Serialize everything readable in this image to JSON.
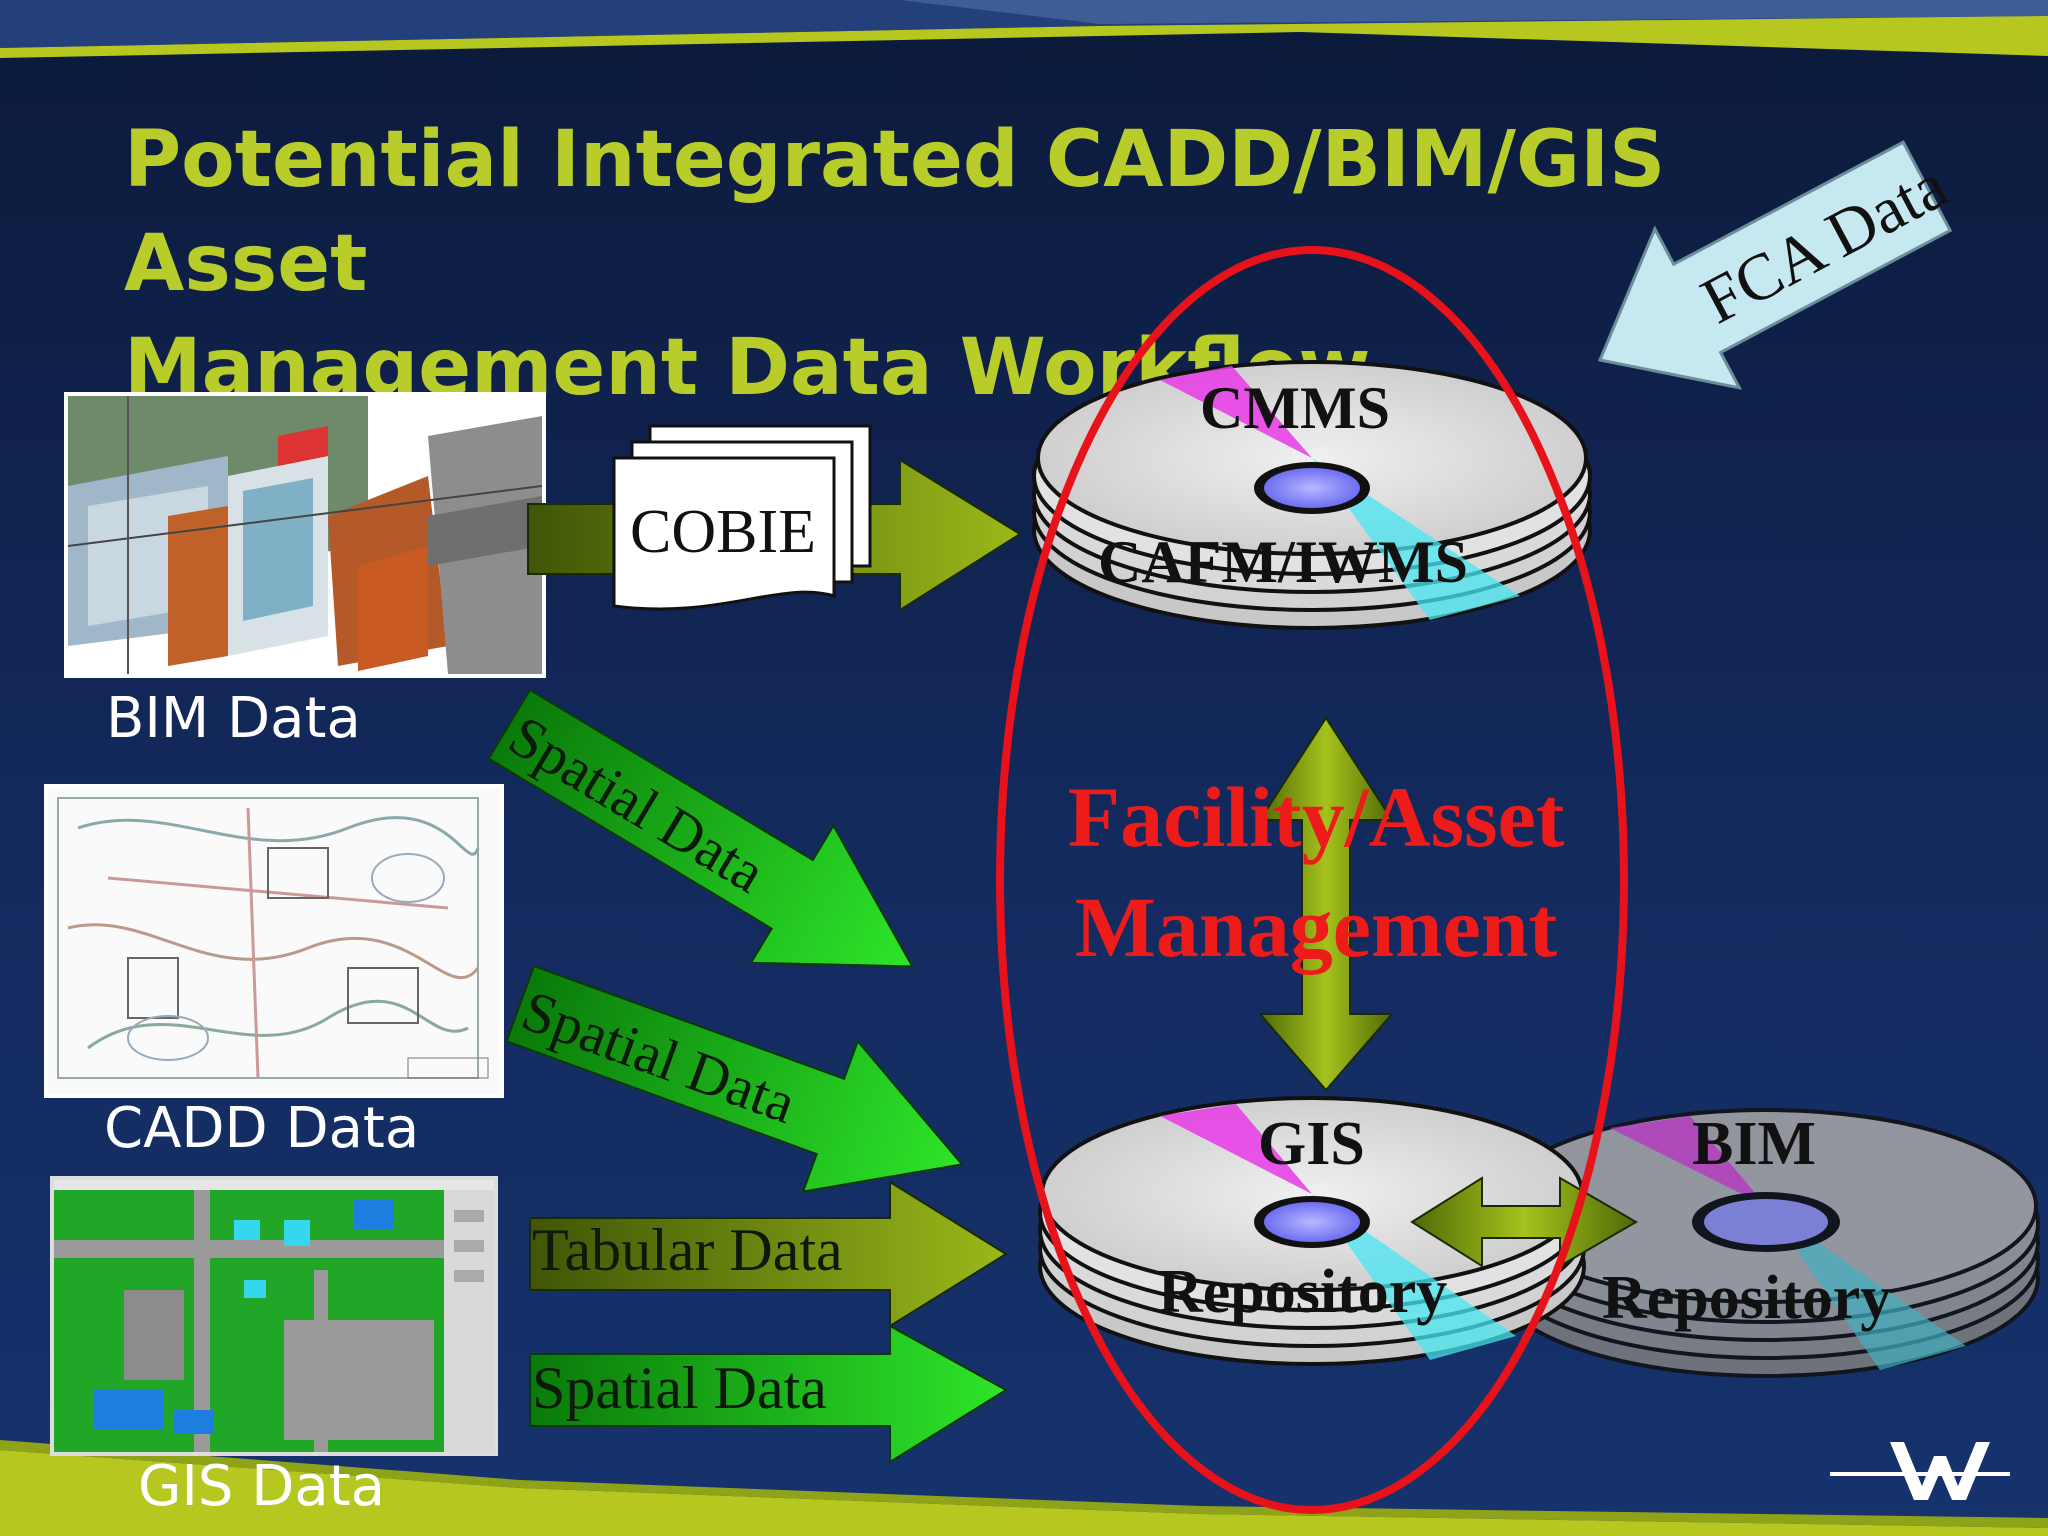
{
  "slide": {
    "title_line1": "Potential Integrated CADD/BIM/GIS Asset",
    "title_line2": "Management Data Workflow"
  },
  "sources": {
    "bim_label": "BIM Data",
    "cadd_label": "CADD Data",
    "gis_label": "GIS Data"
  },
  "flows": {
    "cobie_label": "COBIE",
    "spatial_top": "Spatial Data",
    "spatial_mid": "Spatial Data",
    "tabular": "Tabular Data",
    "spatial_bottom": "Spatial Data",
    "fca": "FCA Data"
  },
  "stores": {
    "cmms_label": "CMMS",
    "cafm_label": "CAFM/IWMS",
    "gis_label": "GIS",
    "gis_sub": "Repository",
    "bim_label": "BIM",
    "bim_sub": "Repository"
  },
  "center": {
    "line1": "Facility/Asset",
    "line2": "Management"
  },
  "colors": {
    "title": "#b8cc2a",
    "background": "#132a5e",
    "accent_band": "#b6c820",
    "highlight_ellipse": "#e8121a",
    "flow_green": "#22c51a",
    "flow_olive": "#5e7a08",
    "fca_arrow": "#bfe3ee"
  },
  "logo": {
    "icon": "w-logo-icon"
  }
}
